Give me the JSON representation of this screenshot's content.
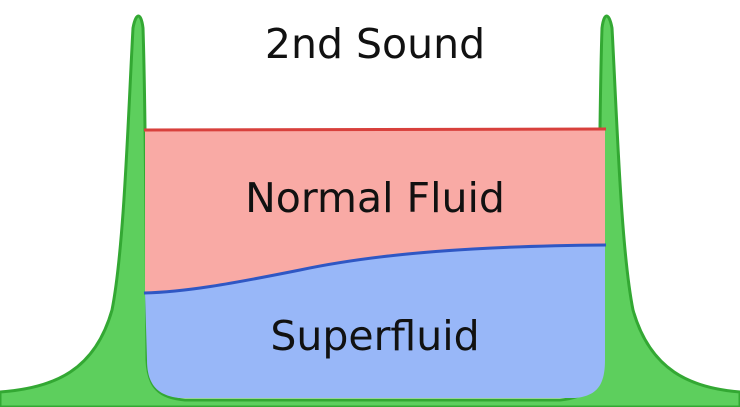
{
  "title": "2nd Sound",
  "regions": {
    "normal_fluid": {
      "label": "Normal Fluid",
      "fill": "#f9aaa5",
      "line": "#d8403c"
    },
    "superfluid": {
      "label": "Superfluid",
      "fill": "#98b7f8",
      "line": "#2f57c4"
    }
  },
  "container": {
    "fill": "#5dcf5d",
    "stroke": "#33a833"
  }
}
